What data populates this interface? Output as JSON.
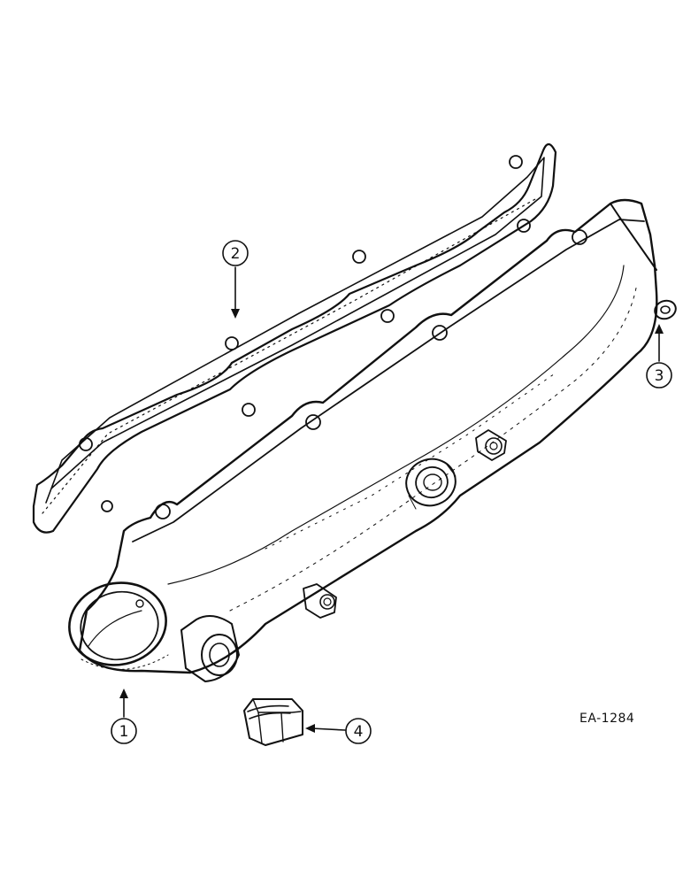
{
  "figure_code": "EA-1284",
  "callouts": [
    {
      "id": "1",
      "label": "1"
    },
    {
      "id": "2",
      "label": "2"
    },
    {
      "id": "3",
      "label": "3"
    },
    {
      "id": "4",
      "label": "4"
    }
  ]
}
